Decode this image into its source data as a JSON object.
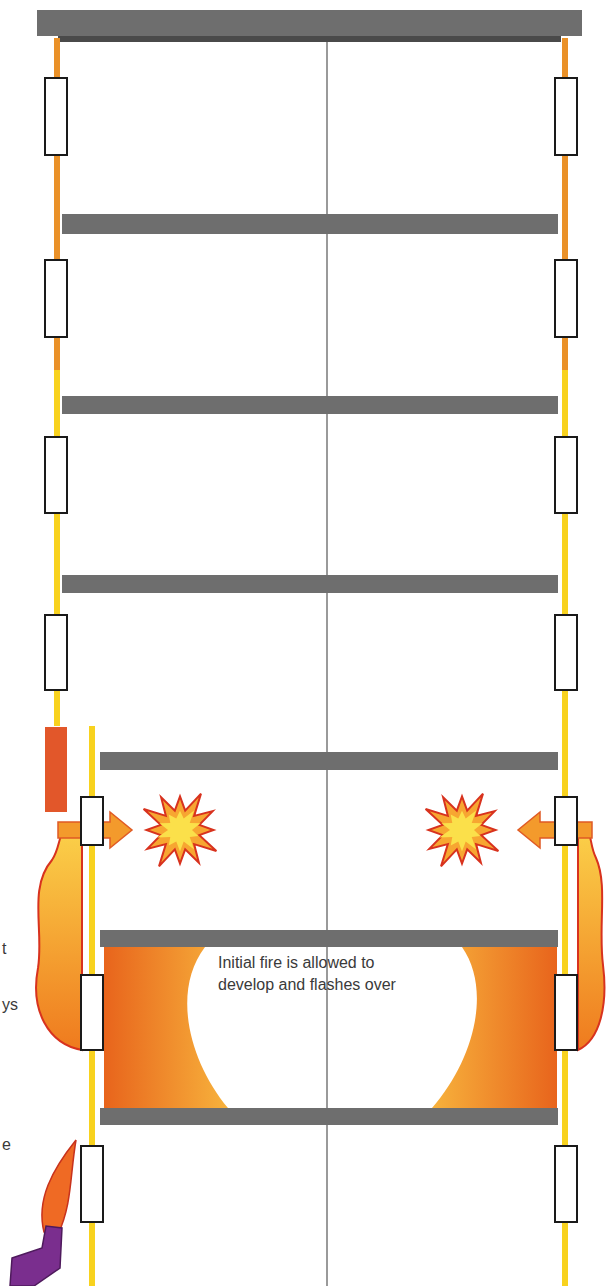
{
  "diagram": {
    "labels": [
      "Initial fire is allowed to develop and flashes over",
      "t",
      "ys",
      "e"
    ]
  }
}
